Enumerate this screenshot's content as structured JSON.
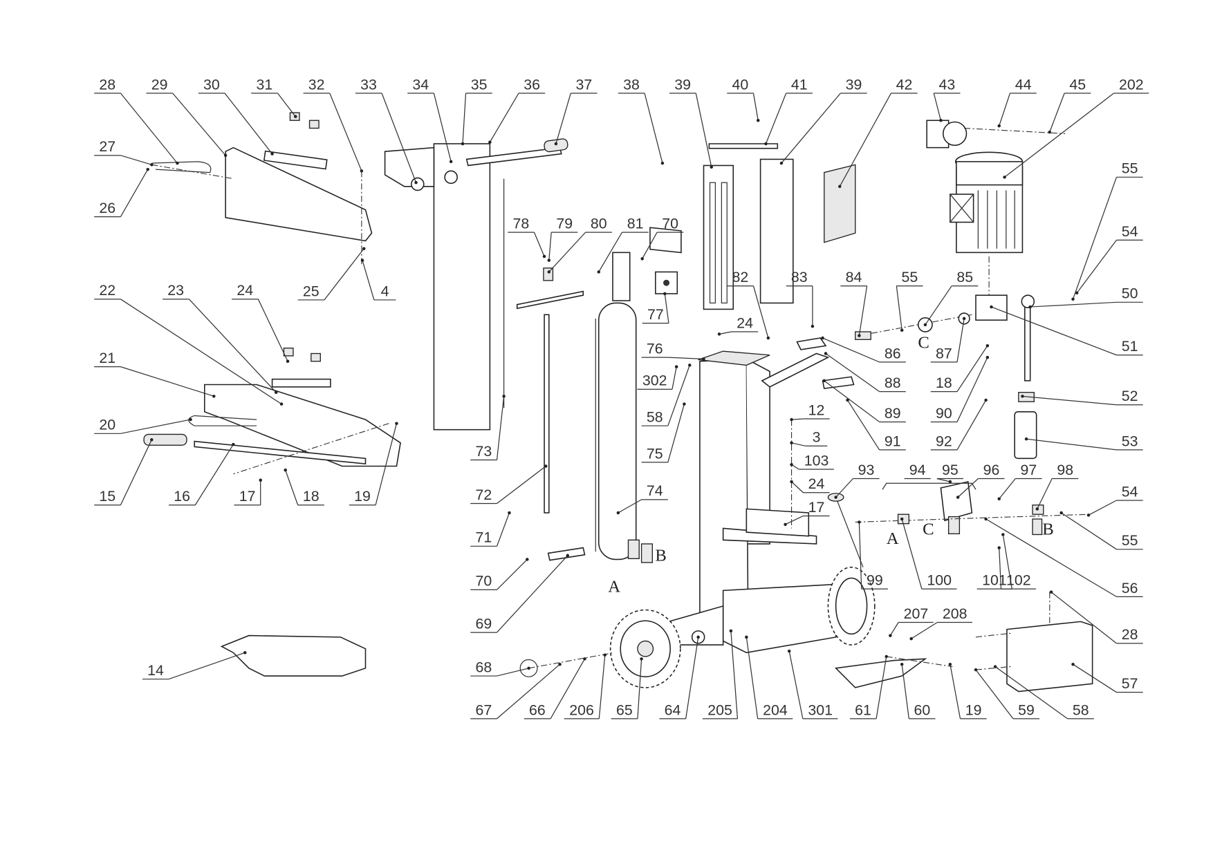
{
  "diagram": {
    "type": "exploded parts diagram",
    "labels": [
      "28",
      "29",
      "30",
      "31",
      "32",
      "33",
      "34",
      "35",
      "36",
      "37",
      "38",
      "39",
      "40",
      "41",
      "39",
      "42",
      "43",
      "44",
      "45",
      "202",
      "27",
      "26",
      "25",
      "4",
      "22",
      "23",
      "24",
      "21",
      "20",
      "15",
      "16",
      "17",
      "18",
      "19",
      "14",
      "78",
      "79",
      "80",
      "81",
      "70",
      "77",
      "73",
      "72",
      "71",
      "70",
      "69",
      "74",
      "68",
      "67",
      "66",
      "206",
      "65",
      "64",
      "205",
      "204",
      "301",
      "61",
      "60",
      "19",
      "59",
      "58",
      "57",
      "28",
      "82",
      "83",
      "84",
      "55",
      "85",
      "55",
      "54",
      "50",
      "51",
      "52",
      "53",
      "86",
      "87",
      "88",
      "18",
      "89",
      "90",
      "91",
      "92",
      "76",
      "24",
      "302",
      "58",
      "75",
      "12",
      "3",
      "103",
      "24",
      "17",
      "93",
      "94",
      "95",
      "96",
      "97",
      "98",
      "54",
      "55",
      "56",
      "99",
      "100",
      "101",
      "102",
      "207",
      "208"
    ],
    "connection_letters": [
      "B",
      "A",
      "C",
      "A",
      "C",
      "B"
    ]
  }
}
